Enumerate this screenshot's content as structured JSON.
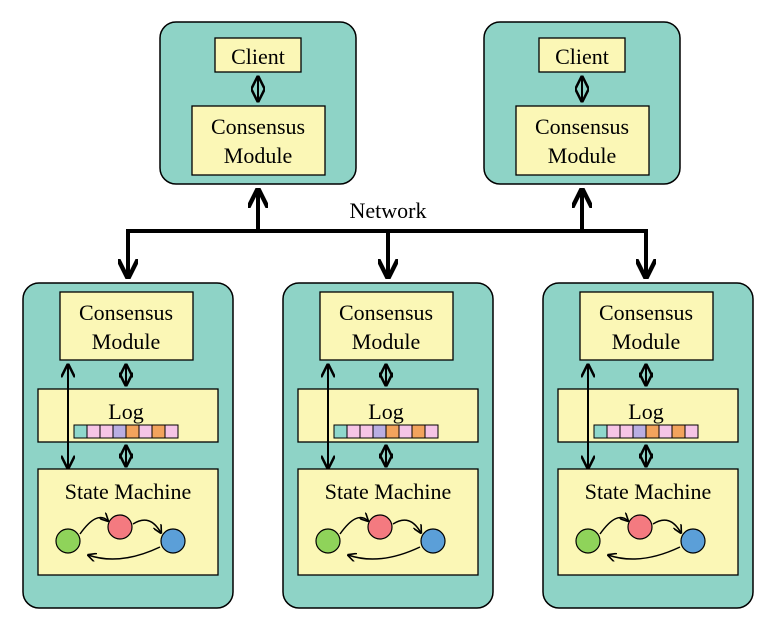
{
  "network": {
    "label": "Network"
  },
  "clients": [
    {
      "client_label": "Client",
      "consensus_label": [
        "Consensus",
        "Module"
      ]
    },
    {
      "client_label": "Client",
      "consensus_label": [
        "Consensus",
        "Module"
      ]
    }
  ],
  "servers": [
    {
      "consensus_label": [
        "Consensus",
        "Module"
      ],
      "log_label": "Log",
      "state_machine_label": "State Machine",
      "log_entries": [
        "#8fd8cc",
        "#f6c5e6",
        "#f6c5e6",
        "#b9aee2",
        "#f2a35d",
        "#f6c5e6",
        "#f2a35d",
        "#f6c5e6"
      ]
    },
    {
      "consensus_label": [
        "Consensus",
        "Module"
      ],
      "log_label": "Log",
      "state_machine_label": "State Machine",
      "log_entries": [
        "#8fd8cc",
        "#f6c5e6",
        "#f6c5e6",
        "#b9aee2",
        "#f2a35d",
        "#f6c5e6",
        "#f2a35d",
        "#f6c5e6"
      ]
    },
    {
      "consensus_label": [
        "Consensus",
        "Module"
      ],
      "log_label": "Log",
      "state_machine_label": "State Machine",
      "log_entries": [
        "#8fd8cc",
        "#f6c5e6",
        "#f6c5e6",
        "#b9aee2",
        "#f2a35d",
        "#f6c5e6",
        "#f2a35d",
        "#f6c5e6"
      ]
    }
  ],
  "colors": {
    "node_fill": "#8ed3c6",
    "box_fill": "#fbf7b6",
    "state_green": "#8fd35a",
    "state_red": "#f47a80",
    "state_blue": "#5b9fd8"
  }
}
